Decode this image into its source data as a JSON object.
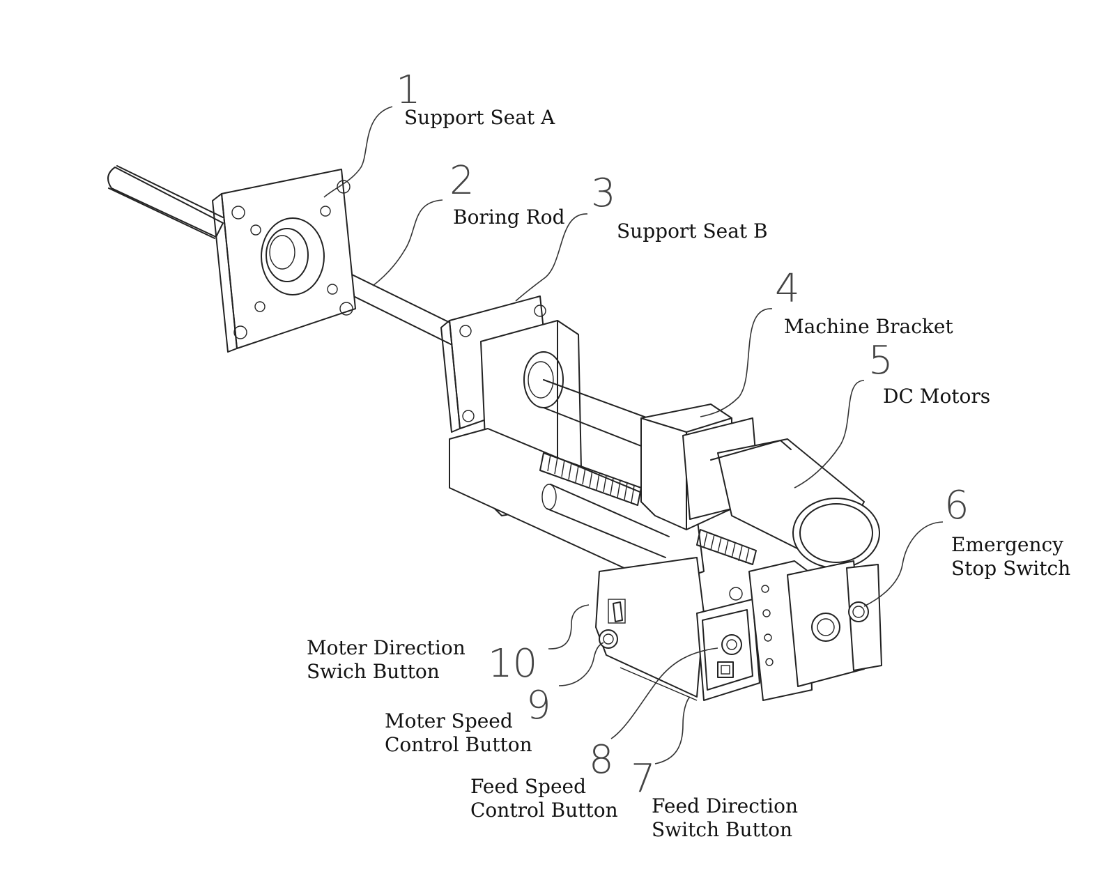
{
  "parts": [
    {
      "number": "1",
      "label_lines": [
        "Support Seat A"
      ]
    },
    {
      "number": "2",
      "label_lines": [
        "Boring Rod"
      ]
    },
    {
      "number": "3",
      "label_lines": [
        "Support Seat B"
      ]
    },
    {
      "number": "4",
      "label_lines": [
        "Machine Bracket"
      ]
    },
    {
      "number": "5",
      "label_lines": [
        "DC Motors"
      ]
    },
    {
      "number": "6",
      "label_lines": [
        "Emergency",
        "Stop Switch"
      ]
    },
    {
      "number": "7",
      "label_lines": [
        "Feed Direction",
        "Switch Button"
      ]
    },
    {
      "number": "8",
      "label_lines": [
        "Feed Speed",
        "Control Button"
      ]
    },
    {
      "number": "9",
      "label_lines": [
        "Moter Speed",
        "Control Button"
      ]
    },
    {
      "number": "10",
      "label_lines": [
        "Moter Direction",
        "Swich Button"
      ]
    }
  ]
}
